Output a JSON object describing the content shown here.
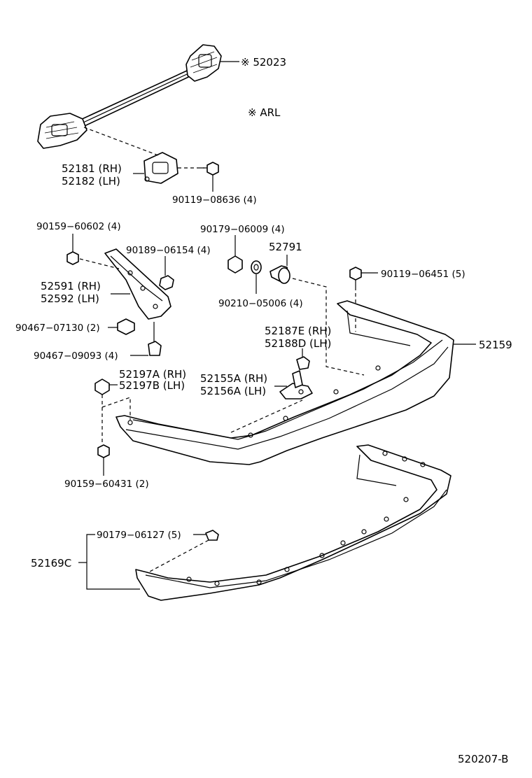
{
  "diagram_code": "520207-B",
  "labels": {
    "l52023": "※ 52023",
    "arl": "※ ARL",
    "l52181": "52181 (RH)",
    "l52182": "52182 (LH)",
    "l90119_08636": "90119−08636 (4)",
    "l90159_60602": "90159−60602 (4)",
    "l90189_06154": "90189−06154 (4)",
    "l90179_06009": "90179−06009 (4)",
    "l52791": "52791",
    "l90119_06451": "90119−06451 (5)",
    "l52591": "52591 (RH)",
    "l52592": "52592 (LH)",
    "l90210_05006": "90210−05006 (4)",
    "l90467_07130": "90467−07130 (2)",
    "l52187E": "52187E (RH)",
    "l52188D": "52188D (LH)",
    "l52159": "52159",
    "l90467_09093": "90467−09093 (4)",
    "l52197A": "52197A (RH)",
    "l52197B": "52197B (LH)",
    "l52155A": "52155A (RH)",
    "l52156A": "52156A (LH)",
    "l90159_60431": "90159−60431 (2)",
    "l90179_06127": "90179−06127 (5)",
    "l52169C": "52169C"
  }
}
